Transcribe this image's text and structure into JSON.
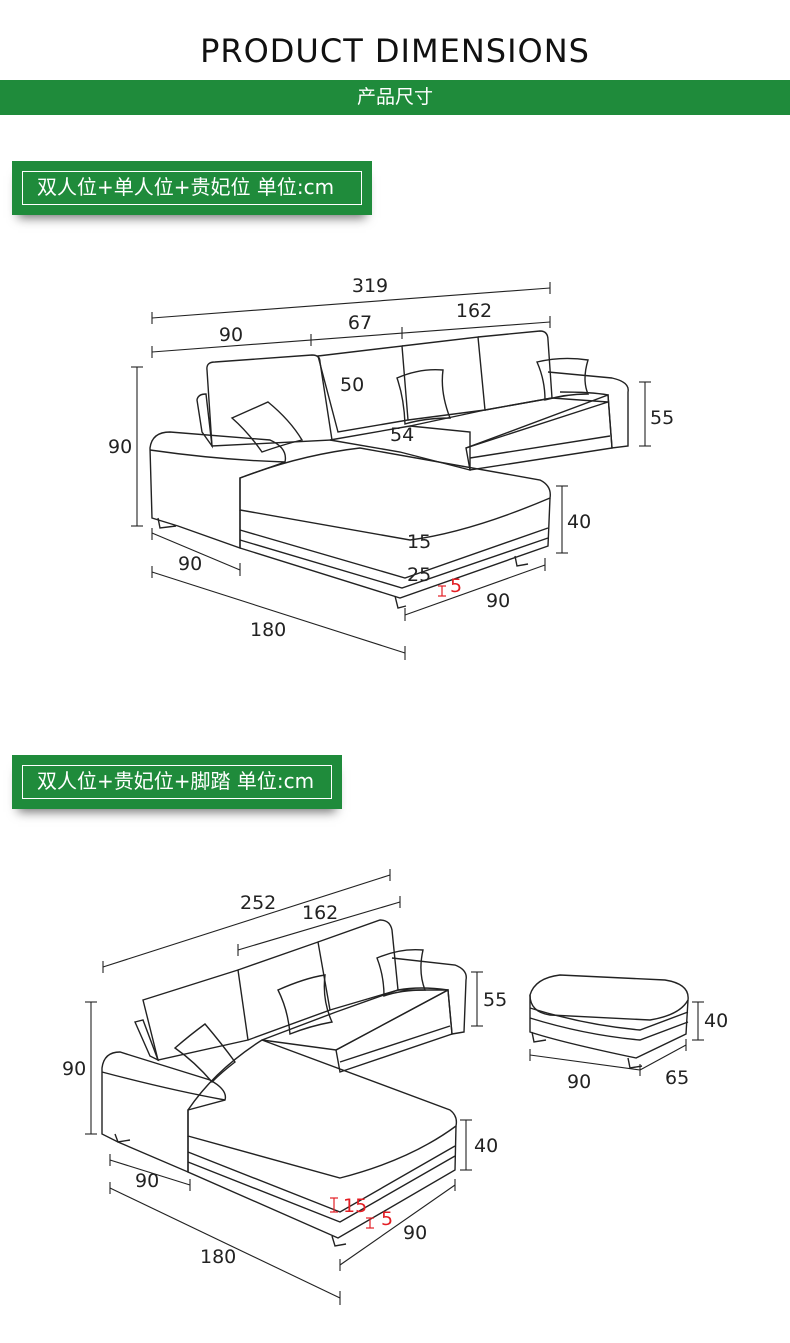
{
  "header": {
    "title": "PRODUCT DIMENSIONS",
    "subtitle": "产品尺寸"
  },
  "sections": [
    {
      "label": "双人位+单人位+贵妃位 单位:cm",
      "dims": {
        "total_width": "319",
        "left_width": "90",
        "middle_width": "67",
        "right_width": "162",
        "back_height": "50",
        "seat_depth": "54",
        "arm_height": "55",
        "total_height": "90",
        "chaise_height": "40",
        "cushion": "15",
        "base": "25",
        "leg": "5",
        "chaise_width": "90",
        "chaise_front": "90",
        "chaise_length": "180"
      }
    },
    {
      "label": "双人位+贵妃位+脚踏 单位:cm",
      "dims": {
        "total_width": "252",
        "right_width": "162",
        "arm_height": "55",
        "total_height": "90",
        "chaise_height": "40",
        "cushion": "15",
        "leg": "5",
        "chaise_width": "90",
        "chaise_front": "90",
        "chaise_length": "180",
        "ottoman_height": "40",
        "ottoman_width": "90",
        "ottoman_depth": "65"
      }
    }
  ]
}
